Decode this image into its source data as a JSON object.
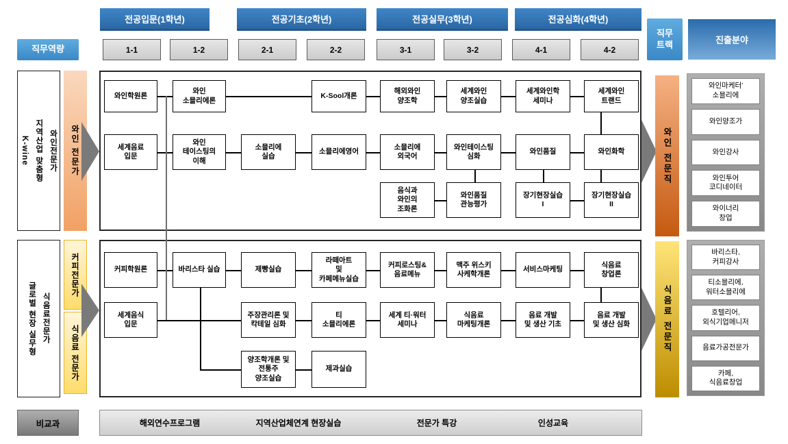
{
  "title_row": {
    "competency_label": "직무역량",
    "year_headers": [
      "전공입문(1학년)",
      "전공기초(2학년)",
      "전공실무(3학년)",
      "전공심화(4학년)"
    ],
    "semesters": [
      "1-1",
      "1-2",
      "2-1",
      "2-2",
      "3-1",
      "3-2",
      "4-1",
      "4-2"
    ],
    "track_header": {
      "line1": "직무",
      "line2": "트랙"
    },
    "field_header": "진출분야"
  },
  "left_panel": {
    "wine_group_title": "와인전문가\n지역산업 맞춤형\nK-wine",
    "wine_track": "와인 전문가",
    "food_group_title": "식음료전문가\n글로벌 현장 실무형",
    "coffee_track": "커피전문가",
    "food_track": "식음료 전문가"
  },
  "wine_section": {
    "courses": [
      {
        "label": "와인학원론",
        "col": 1,
        "row": 1
      },
      {
        "label": "와인\n소믈리에론",
        "col": 2,
        "row": 1
      },
      {
        "label": "K-Sool개론",
        "col": 4,
        "row": 1
      },
      {
        "label": "해외와인\n양조학",
        "col": 5,
        "row": 1
      },
      {
        "label": "세계와인\n양조실습",
        "col": 6,
        "row": 1
      },
      {
        "label": "세계와인학\n세미나",
        "col": 7,
        "row": 1
      },
      {
        "label": "세계와인\n트랜드",
        "col": 8,
        "row": 1
      },
      {
        "label": "세계음료\n입문",
        "col": 1,
        "row": 2
      },
      {
        "label": "와인\n테이스팅의\n이해",
        "col": 2,
        "row": 2
      },
      {
        "label": "소믈리에\n실습",
        "col": 3,
        "row": 2
      },
      {
        "label": "소믈리에영어",
        "col": 4,
        "row": 2
      },
      {
        "label": "소믈리에\n외국어",
        "col": 5,
        "row": 2
      },
      {
        "label": "와인테이스팅\n심화",
        "col": 6,
        "row": 2
      },
      {
        "label": "와인품질",
        "col": 7,
        "row": 2
      },
      {
        "label": "와인화학",
        "col": 8,
        "row": 2
      },
      {
        "label": "음식과\n와인의\n조화론",
        "col": 5,
        "row": 3
      },
      {
        "label": "와인품질\n관능평가",
        "col": 6,
        "row": 3
      },
      {
        "label": "장기현장실습\nI",
        "col": 7,
        "row": 3
      },
      {
        "label": "장기현장실습\nII",
        "col": 8,
        "row": 3
      }
    ]
  },
  "food_section": {
    "courses": [
      {
        "label": "커피학원론",
        "col": 1,
        "row": 1
      },
      {
        "label": "바리스타 실습",
        "col": 2,
        "row": 1
      },
      {
        "label": "제빵실습",
        "col": 3,
        "row": 1
      },
      {
        "label": "라떼아트\n및\n카페메뉴실습",
        "col": 4,
        "row": 1
      },
      {
        "label": "커피로스팅&\n음료메뉴",
        "col": 5,
        "row": 1
      },
      {
        "label": "맥주 위스키\n사케학개론",
        "col": 6,
        "row": 1
      },
      {
        "label": "서비스마케팅",
        "col": 7,
        "row": 1
      },
      {
        "label": "식음료\n창업론",
        "col": 8,
        "row": 1
      },
      {
        "label": "세계음식\n입문",
        "col": 1,
        "row": 2
      },
      {
        "label": "주장관리론 및\n칵테일 심화",
        "col": 3,
        "row": 2
      },
      {
        "label": "티\n소믈리에론",
        "col": 4,
        "row": 2
      },
      {
        "label": "세계 티·워터\n세미나",
        "col": 5,
        "row": 2
      },
      {
        "label": "식음료\n마케팅개론",
        "col": 6,
        "row": 2
      },
      {
        "label": "음료 개발\n및 생산 기초",
        "col": 7,
        "row": 2
      },
      {
        "label": "음료 개발\n및 생산 심화",
        "col": 8,
        "row": 2
      },
      {
        "label": "양조학개론 및\n전통주\n양조실습",
        "col": 3,
        "row": 3
      },
      {
        "label": "제과실습",
        "col": 4,
        "row": 3
      }
    ]
  },
  "right_panel": {
    "wine_job_track": "와인 전문직",
    "food_job_track": "식음료 전문직",
    "wine_careers": [
      "와인마케터'\n소믈리에",
      "와인양조가",
      "와인강사",
      "와인투어\n코디네이터",
      "와이너리\n창업"
    ],
    "food_careers": [
      "바리스타,\n커피강사",
      "티소믈리에,\n워터소믈리에",
      "호텔리어,\n외식기업메니저",
      "음료가공전문가",
      "카페,\n식음료창업"
    ]
  },
  "extracurricular": {
    "label": "비교과",
    "items": [
      "해외연수프로그램",
      "지역산업체연계 현장실습",
      "전문가 특강",
      "인성교육"
    ]
  },
  "colors": {
    "header_blue": "#2E75B6",
    "light_blue": "#4B9FD8",
    "orange_light": "#F4B183",
    "orange_dark": "#C55A11",
    "yellow_light": "#FFE699",
    "gold_dark": "#BF8F00",
    "arrow_gray": "#7A7A7A"
  }
}
